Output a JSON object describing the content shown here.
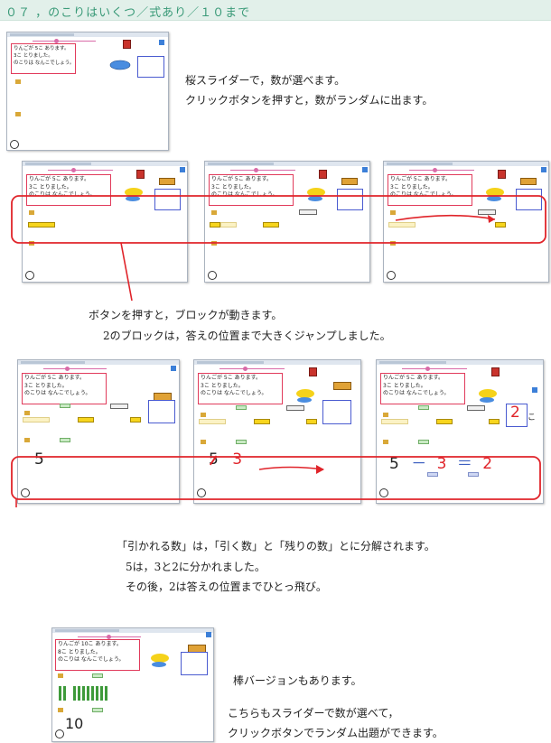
{
  "header": {
    "title": "０７ ，のこりはいくつ／式あり／１０まで"
  },
  "problem5": {
    "line1": "りんごが 5こ あります。",
    "line2": "3こ とりました。",
    "line3": "のこりは なんこでしょう。"
  },
  "problem10": {
    "line1": "りんごが 10こ あります。",
    "line2": "8こ とりました。",
    "line3": "のこりは なんこでしょう。"
  },
  "nokori_label": "のこりは",
  "descriptions": {
    "intro_1": "桜スライダーで，数が選べます。",
    "intro_2": "クリックボタンを押すと，数がランダムに出ます。",
    "blocks_1": "ボタンを押すと，ブロックが動きます。",
    "blocks_2": "2のブロックは，答えの位置まで大きくジャンプしました。",
    "decomp_1": "「引かれる数」は，「引く数」と「残りの数」とに分解されます。",
    "decomp_2": "5は，3と2に分かれました。",
    "decomp_3": "その後，2は答えの位置までひとっ飛び。",
    "rod_1": "棒バージョンもあります。",
    "rod_2": "こちらもスライダーで数が選べて，",
    "rod_3": "クリックボタンでランダム出題ができます。"
  },
  "equation": {
    "minuend": "5",
    "minus": "－",
    "subtrahend": "3",
    "equals": "＝",
    "answer": "2",
    "rod_minuend": "10",
    "answer_box": "2",
    "answer_unit": "こ"
  },
  "colors": {
    "header_bg": "#e2f0ea",
    "header_text": "#3a9a78",
    "highlight_red": "#e0242a",
    "block_yellow": "#f7d51d"
  }
}
